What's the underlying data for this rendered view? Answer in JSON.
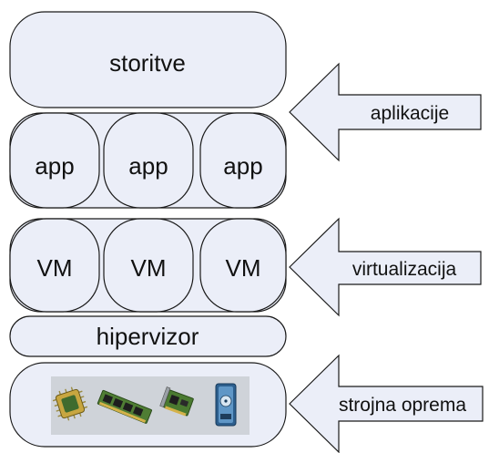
{
  "colors": {
    "box_fill": "#ebeef8",
    "box_stroke": "#1a1a1a",
    "arrow_fill": "#ebeef8",
    "hw_panel": "#cfd3d9"
  },
  "layers": {
    "services_label": "storitve",
    "app_labels": [
      "app",
      "app",
      "app"
    ],
    "vm_labels": [
      "VM",
      "VM",
      "VM"
    ],
    "hypervisor_label": "hipervizor"
  },
  "hardware": {
    "icons": [
      "cpu-chip-icon",
      "ram-module-icon",
      "expansion-card-icon",
      "hard-drive-icon"
    ]
  },
  "arrows": {
    "applications_label": "aplikacije",
    "virtualization_label": "virtualizacija",
    "hardware_label": "strojna oprema"
  }
}
